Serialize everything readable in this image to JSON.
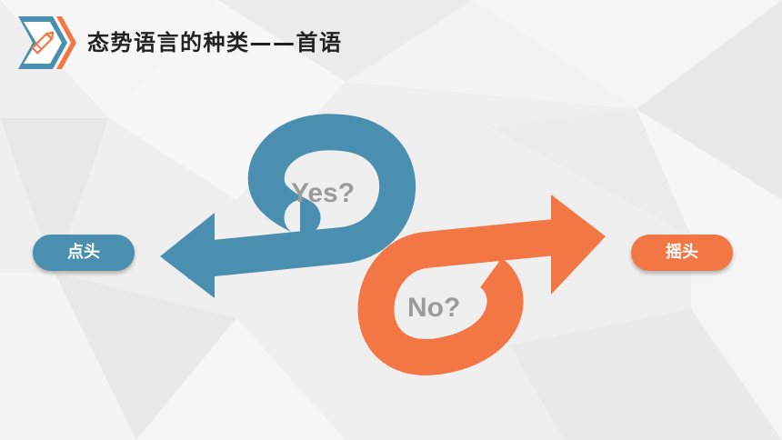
{
  "slide": {
    "title": "态势语言的种类——首语",
    "left_option": "点头",
    "right_option": "摇头",
    "yes_label": "Yes?",
    "no_label": "No?"
  },
  "colors": {
    "blue": "#4b8fb0",
    "orange": "#f27745",
    "title_text": "#222222",
    "question_text": "#9b9b9b"
  },
  "icons": [
    "pencil-icon",
    "chevron-right-icon"
  ]
}
